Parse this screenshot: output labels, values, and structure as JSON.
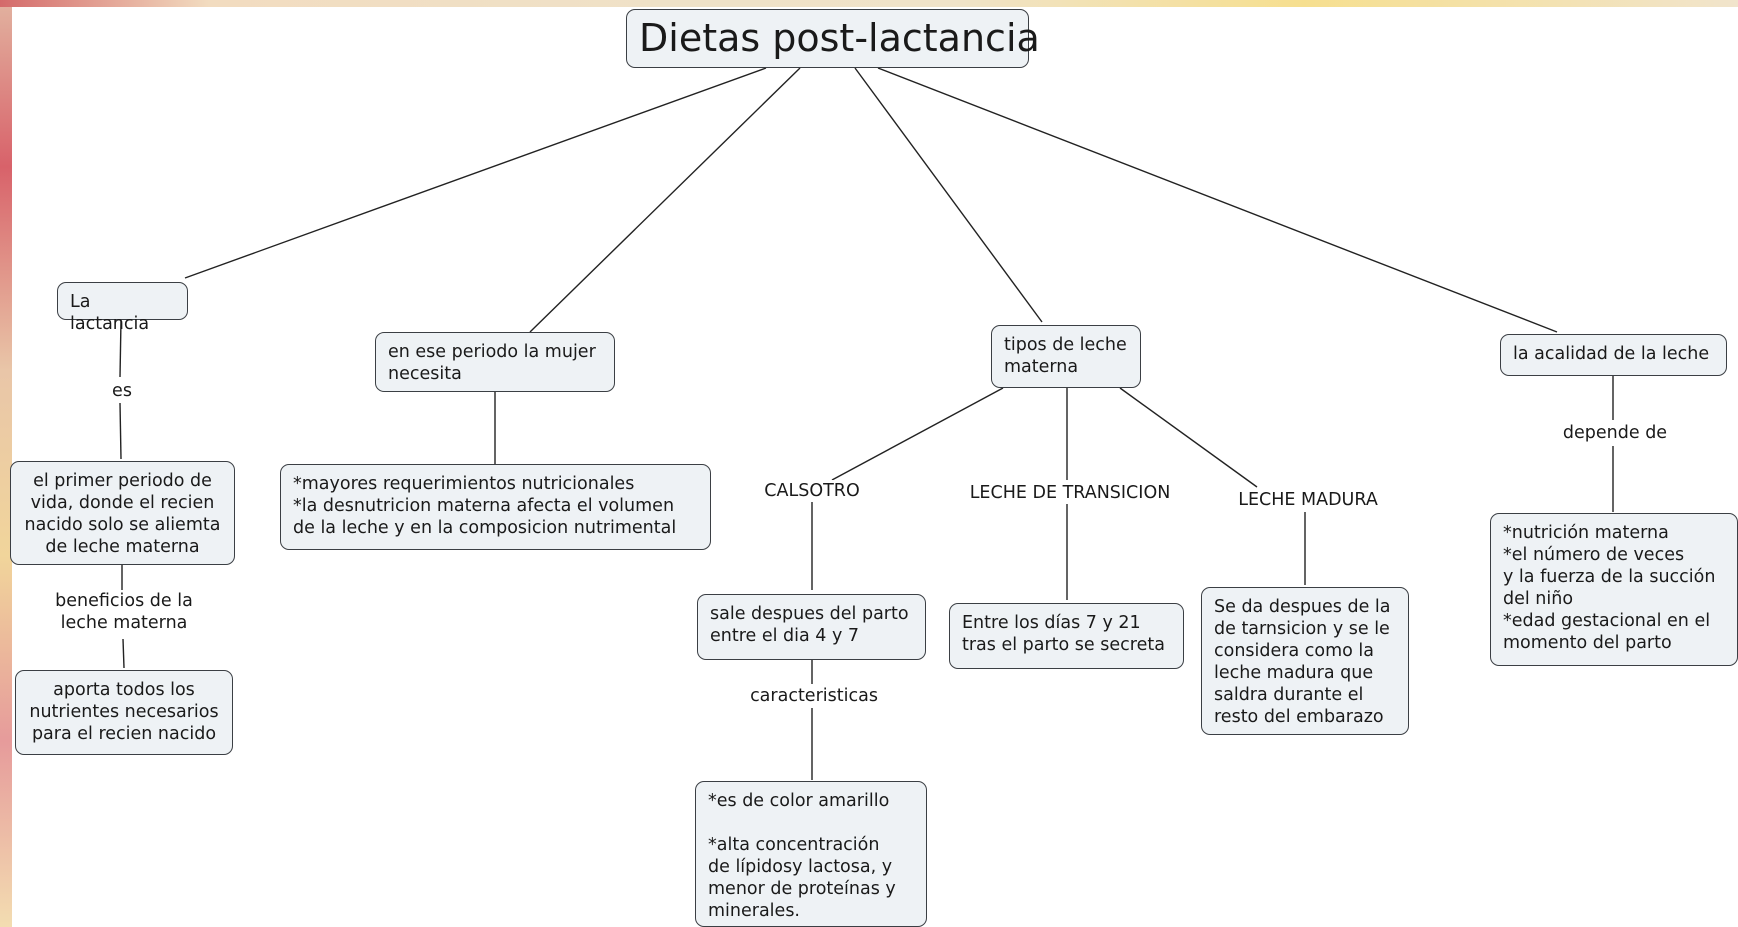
{
  "title": "Dietas post-lactancia",
  "nodes": {
    "lactancia": "La lactancia",
    "periodo": "el primer periodo de\nvida, donde el recien\nnacido solo se aliemta\nde leche materna",
    "aporta": "aporta todos los\nnutrientes necesarios\npara el recien nacido",
    "mujer": "en ese periodo la mujer\nnecesita",
    "requerimientos": "*mayores requerimientos nutricionales\n*la desnutricion materna afecta el volumen\n   de la leche y en la composicion nutrimental",
    "tipos": "tipos de leche\nmaterna",
    "calostro_desc": "sale despues del parto\nentre el dia 4 y 7",
    "calostro_caract": "*es de color amarillo\n\n*alta concentración\n  de lípidosy lactosa, y\n  menor de proteínas y\n  minerales.",
    "transicion_desc": "Entre los días 7 y 21\ntras el parto se secreta",
    "madura_desc": "Se da despues de la\nde tarnsicion y se le\nconsidera como la\nleche madura que\nsaldra durante el\nresto del embarazo",
    "calidad": "la acalidad de la leche",
    "factores": "*nutrición materna\n*el número de veces\n y la fuerza de la succión\n  del niño\n*edad gestacional en el\n  momento del parto"
  },
  "labels": {
    "es": "es",
    "beneficios": "beneficios de la\nleche materna",
    "calostro": "CALSOTRO",
    "transicion": "LECHE DE TRANSICION",
    "madura": "LECHE MADURA",
    "caracteristicas": "caracteristicas",
    "depende": "depende de"
  }
}
